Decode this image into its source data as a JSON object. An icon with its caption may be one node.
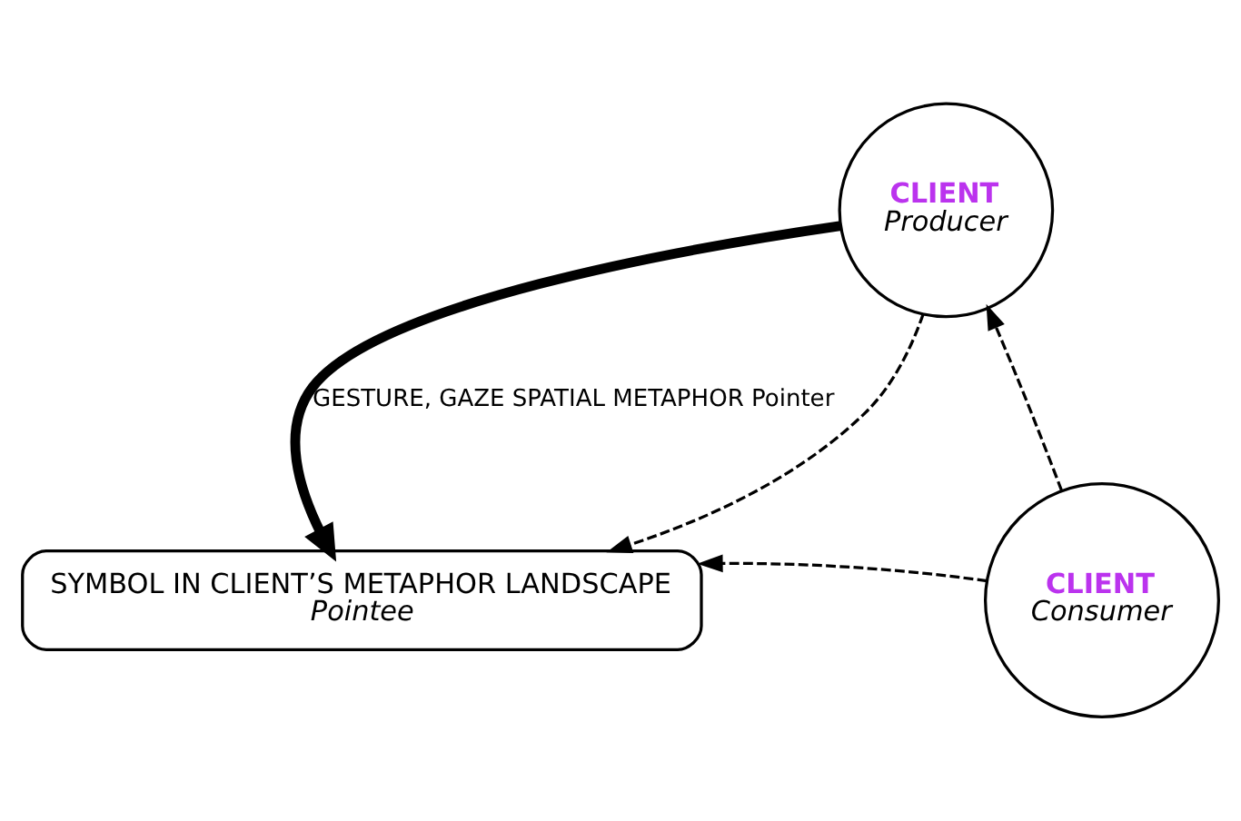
{
  "diagram": {
    "nodes": [
      {
        "text": [
          "CLIENT",
          "Producer"
        ]
      },
      {
        "text": [
          "SYMBOL IN CLIENT’S METAPHOR LANDSCAPE",
          "Pointee"
        ]
      },
      {
        "text": [
          "CLIENT",
          "Consumer"
        ]
      }
    ],
    "edges": [
      {
        "from": 0,
        "to": 1,
        "arrow": "to",
        "style": "thick",
        "label": "GESTURE, GAZE SPATIAL METAPHOR Pointer"
      },
      {
        "from": 0,
        "to": 1,
        "arrow": "to",
        "style": "dashed"
      },
      {
        "from": 2,
        "to": 0,
        "arrow": "to",
        "style": "dashed"
      },
      {
        "from": 2,
        "to": 1,
        "arrow": "to",
        "style": "dashed"
      }
    ]
  }
}
